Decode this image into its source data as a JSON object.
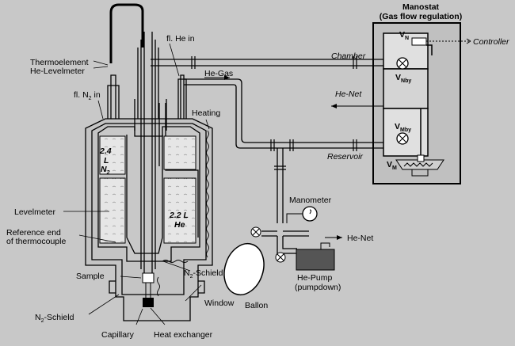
{
  "manostat": {
    "title": "Manostat",
    "subtitle": "(Gas flow regulation)",
    "valves": {
      "vn": "V",
      "vn_sub": "N",
      "vnby": "V",
      "vnby_sub": "Nby",
      "vmby": "V",
      "vmby_sub": "Mby",
      "vm": "V",
      "vm_sub": "M"
    },
    "controller": "Controller"
  },
  "labels": {
    "thermoelement": "Thermoelement",
    "he_levelmeter": "He-Levelmeter",
    "fl_n2_in": "fl. N",
    "fl_n2_sub": "2",
    "fl_n2_suffix": " in",
    "fl_he_in": "fl. He in",
    "he_gas": "He-Gas",
    "chamber": "Chamber",
    "he_net_1": "He-Net",
    "reservoir": "Reservoir",
    "heating": "Heating",
    "levelmeter": "Levelmeter",
    "reference_end_1": "Reference end",
    "reference_end_2": "of thermocouple",
    "sample": "Sample",
    "n2_schield_right": "N",
    "n2_schield_right_sub": "2",
    "n2_schield_right_suffix": "-Schield",
    "n2_schield_left": "N",
    "n2_schield_left_sub": "2",
    "n2_schield_left_suffix": "-Schield",
    "capillary": "Capillary",
    "heat_exchanger": "Heat exchanger",
    "window": "Window",
    "manometer": "Manometer",
    "he_net_2": "He-Net",
    "he_pump_1": "He-Pump",
    "he_pump_2": "(pumpdown)",
    "ballon": "Ballon"
  },
  "dewar": {
    "n2_volume_1": "2.4",
    "n2_volume_2": "L",
    "n2_volume_3": "N",
    "n2_volume_3_sub": "2",
    "he_volume_1": "2.2 L",
    "he_volume_2": "He"
  },
  "colors": {
    "background": "#c8c8c8",
    "liquid": "#e6e6e6",
    "pump": "#555555",
    "panel": "#c0c0c0"
  }
}
